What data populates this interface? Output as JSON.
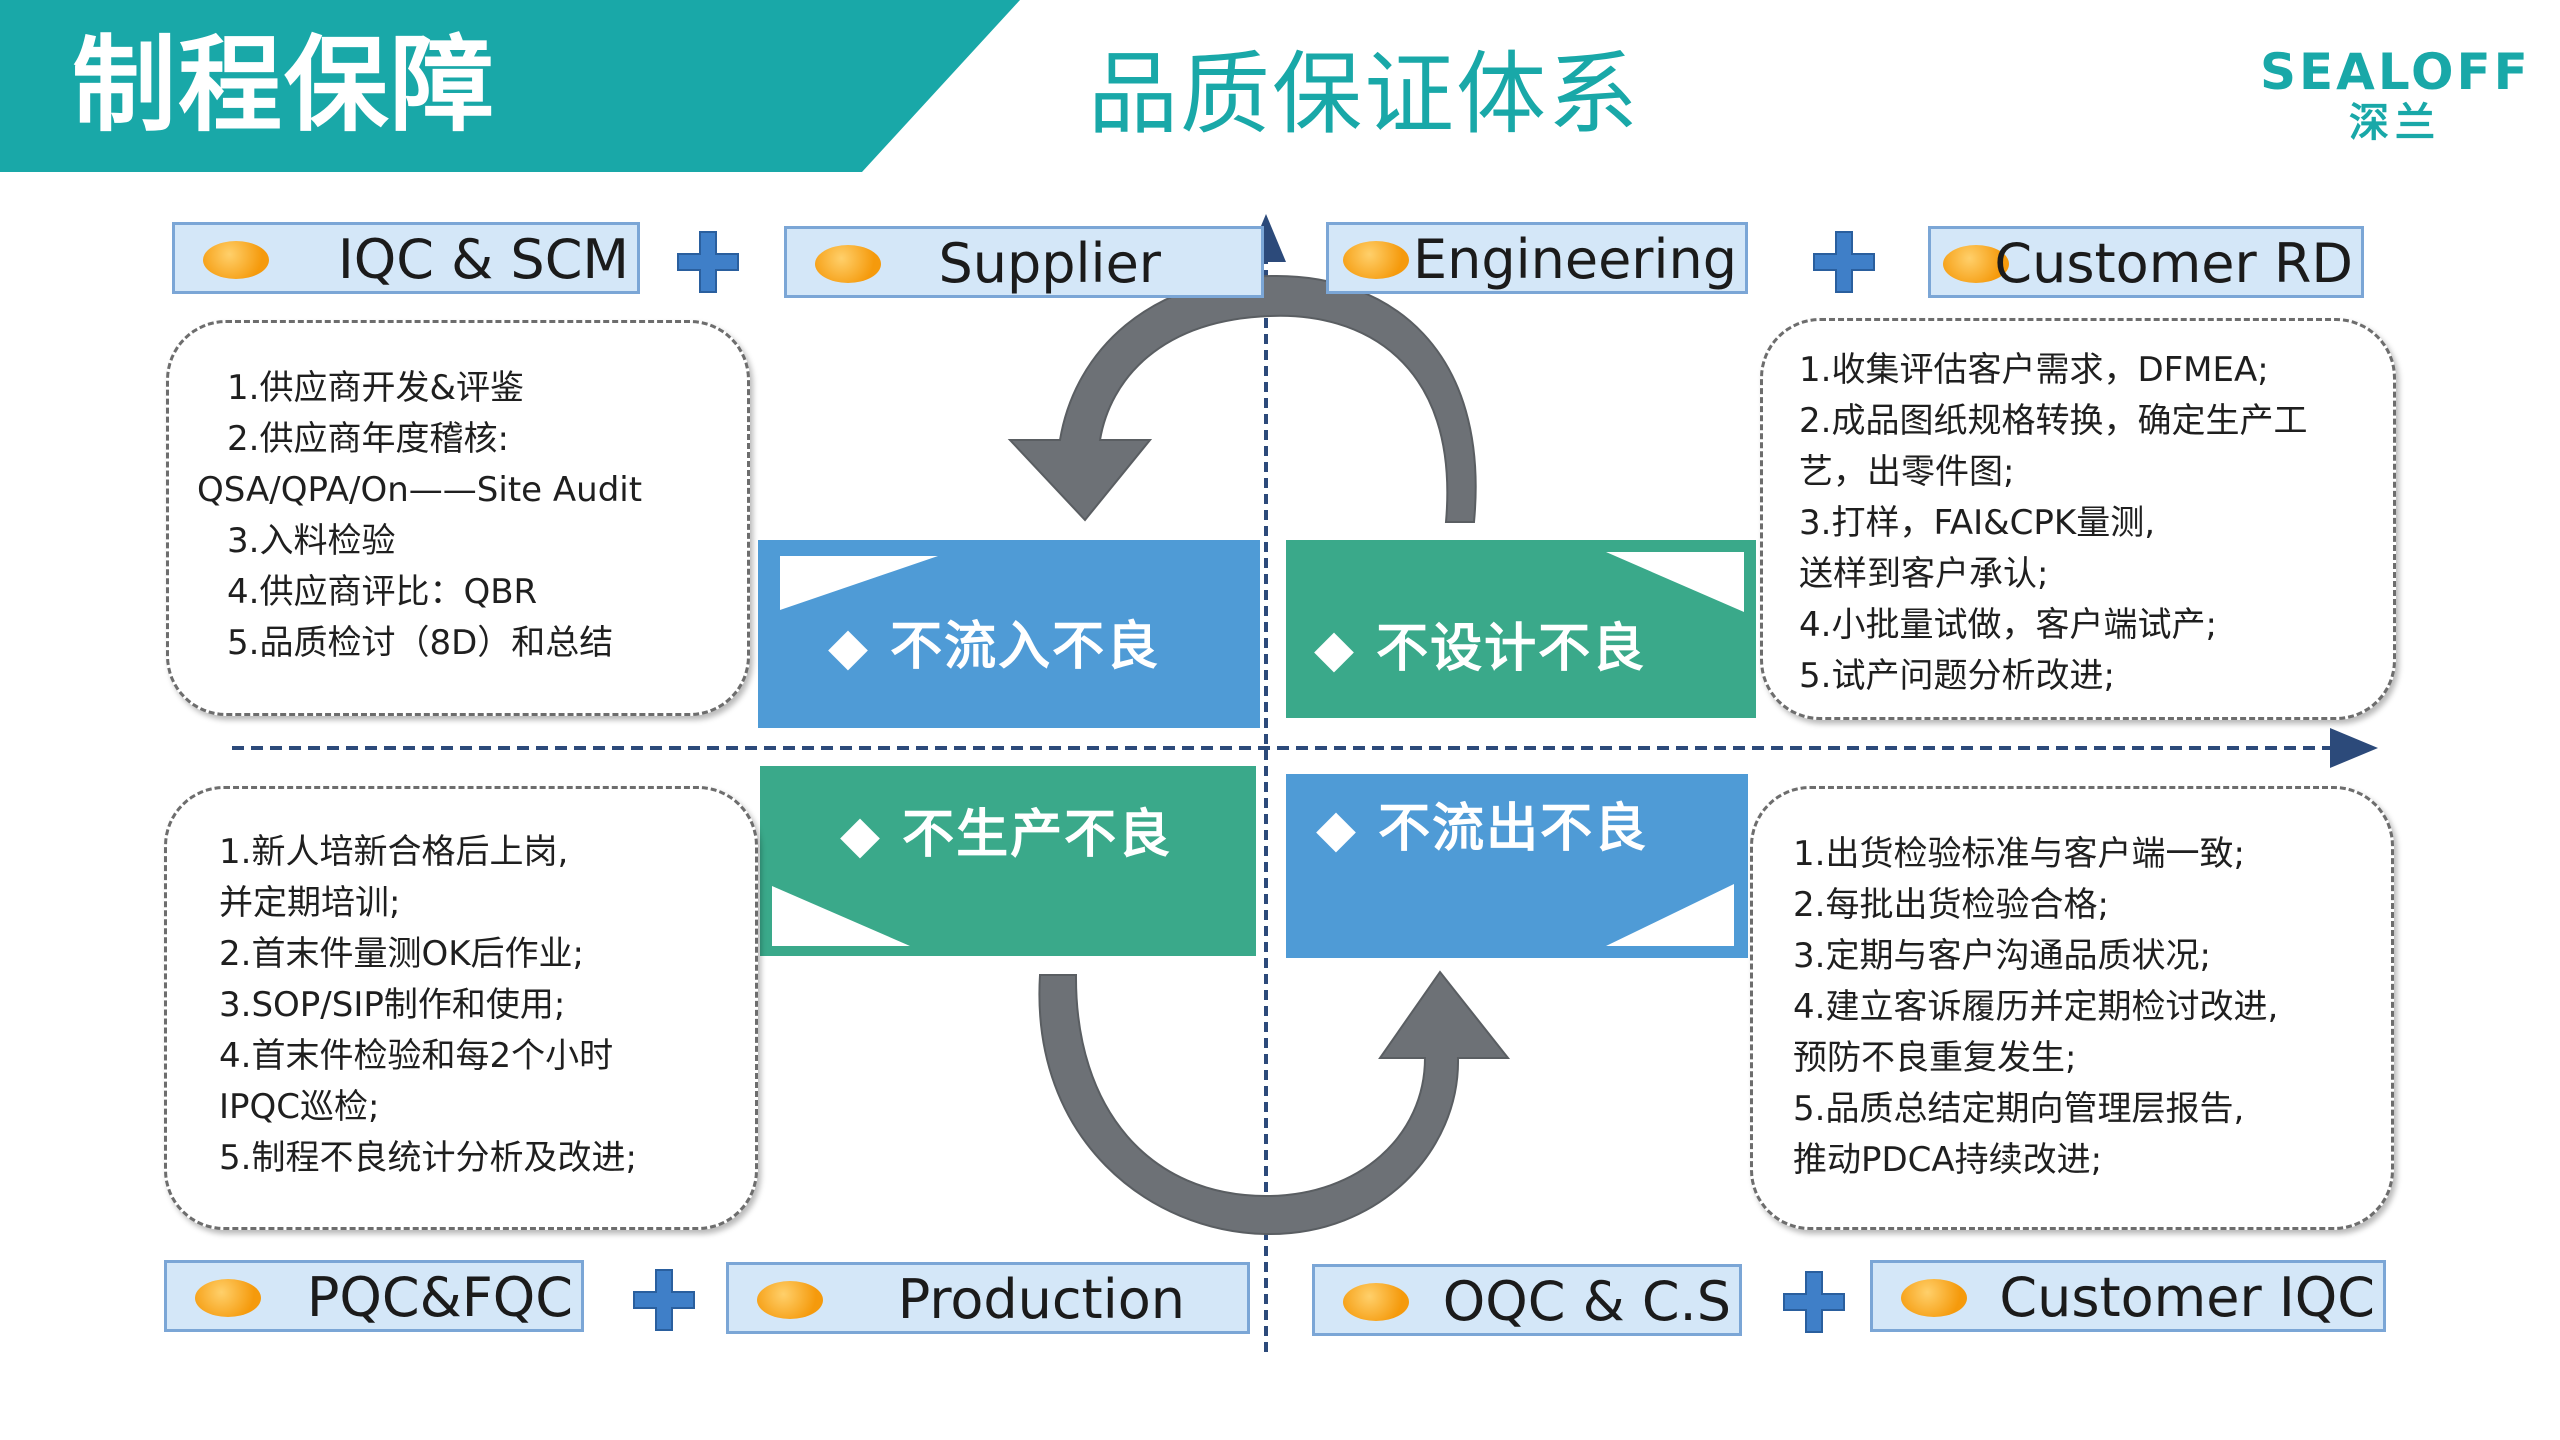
{
  "header": {
    "banner_title": "制程保障",
    "page_title": "品质保证体系",
    "logo": {
      "en": "SEALOFF",
      "cn": "深兰"
    }
  },
  "colors": {
    "teal": "#19a8a8",
    "blue_quadrant": "#4f9bd6",
    "green_quadrant": "#3aa98a",
    "label_fill": "#d4e7f8",
    "dot_orange": "#f59a0c",
    "arrow_gray": "#6d7176"
  },
  "labels": {
    "iqc_scm": "IQC & SCM",
    "supplier": "Supplier",
    "engineering": "Engineering",
    "customer_rd": "Customer RD",
    "pqc_fqc": "PQC&FQC",
    "production": "Production",
    "oqc_cs": "OQC & C.S",
    "customer_iqc": "Customer IQC"
  },
  "quadrants": {
    "top_left": "◆ 不流入不良",
    "top_right": "◆ 不设计不良",
    "bottom_left": "◆ 不生产不良",
    "bottom_right": "◆ 不流出不良"
  },
  "notes": {
    "top_left": [
      "1.供应商开发&评鉴",
      "2.供应商年度稽核:",
      "QSA/QPA/On——Site Audit",
      "3.入料检验",
      "4.供应商评比：QBR",
      "5.品质检讨（8D）和总结"
    ],
    "top_right": [
      "1.收集评估客户需求，DFMEA;",
      "2.成品图纸规格转换，确定生产工",
      "艺，出零件图;",
      "3.打样，FAI&CPK量测,",
      "送样到客户承认;",
      "4.小批量试做，客户端试产;",
      "5.试产问题分析改进;"
    ],
    "bottom_left": [
      "1.新人培新合格后上岗,",
      "并定期培训;",
      "2.首末件量测OK后作业;",
      "3.SOP/SIP制作和使用;",
      "4.首末件检验和每2个小时",
      "IPQC巡检;",
      "5.制程不良统计分析及改进;"
    ],
    "bottom_right": [
      "1.出货检验标准与客户端一致;",
      "2.每批出货检验合格;",
      "3.定期与客户沟通品质状况;",
      "4.建立客诉履历并定期检讨改进,",
      "预防不良重复发生;",
      "5.品质总结定期向管理层报告,",
      "推动PDCA持续改进;"
    ]
  }
}
